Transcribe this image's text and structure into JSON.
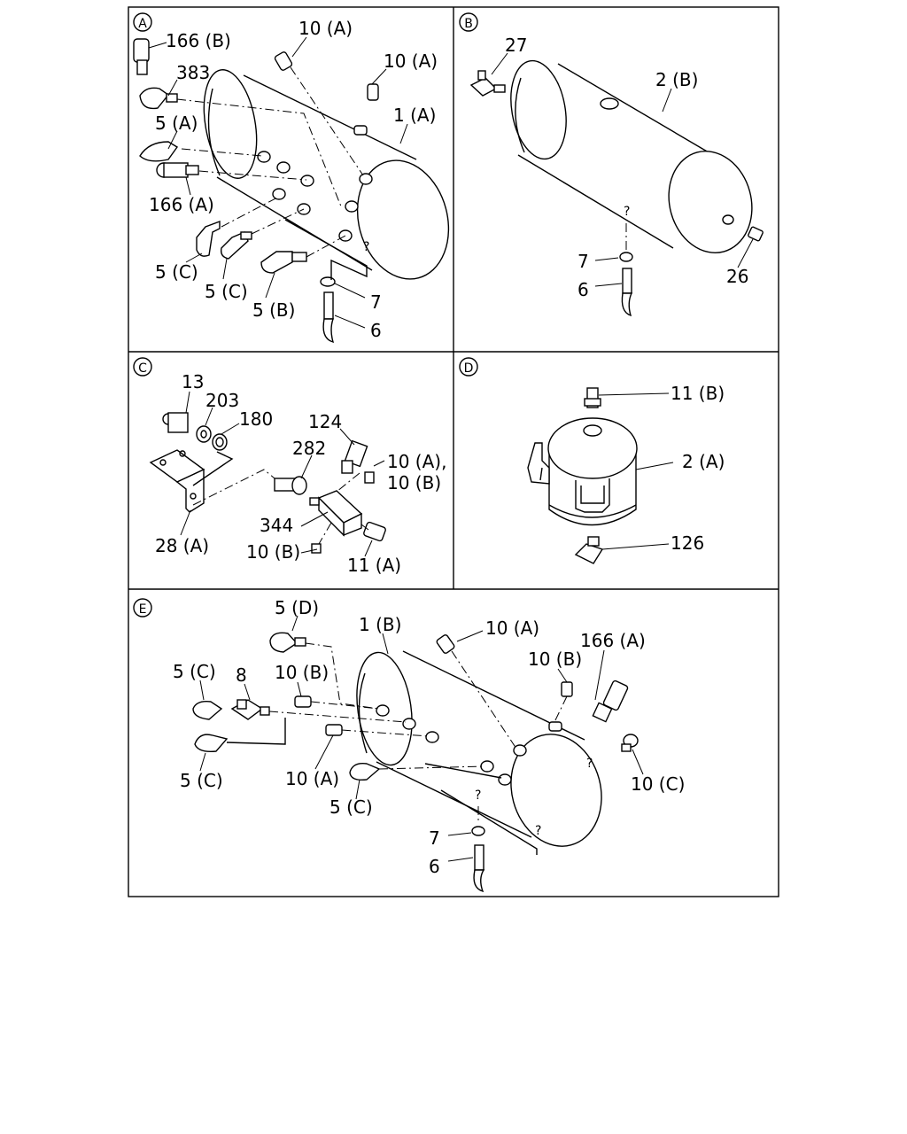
{
  "panels": {
    "A": {
      "letter": "A",
      "labels": [
        "166 (B)",
        "10 (A)",
        "10 (A)",
        "383",
        "1 (A)",
        "5 (A)",
        "166 (A)",
        "5 (C)",
        "5 (C)",
        "5 (B)",
        "7",
        "6"
      ]
    },
    "B": {
      "letter": "B",
      "labels": [
        "27",
        "2 (B)",
        "7",
        "6",
        "26"
      ]
    },
    "C": {
      "letter": "C",
      "labels": [
        "13",
        "203",
        "180",
        "124",
        "282",
        "10 (A),",
        "10 (B)",
        "344",
        "28 (A)",
        "10 (B)",
        "11 (A)"
      ]
    },
    "D": {
      "letter": "D",
      "labels": [
        "11 (B)",
        "2 (A)",
        "126"
      ]
    },
    "E": {
      "letter": "E",
      "labels": [
        "5 (D)",
        "1 (B)",
        "10 (A)",
        "166 (A)",
        "5 (C)",
        "8",
        "10 (B)",
        "10 (B)",
        "5 (C)",
        "10 (A)",
        "5 (C)",
        "10 (C)",
        "7",
        "6"
      ]
    }
  }
}
